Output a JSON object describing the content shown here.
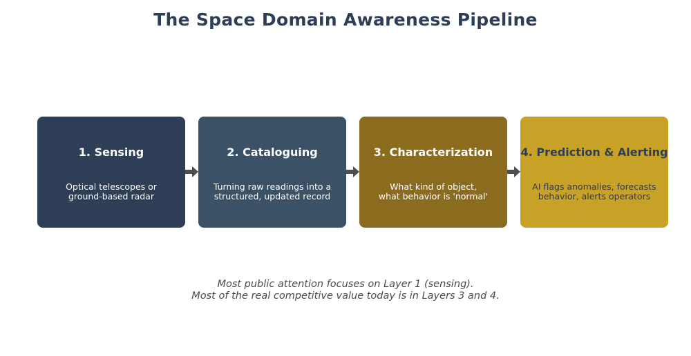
{
  "title": "The Space Domain Awareness Pipeline",
  "stages": [
    {
      "title": "1. Sensing",
      "desc": [
        "Optical telescopes or",
        "ground-based radar"
      ],
      "bg": "#2d3e56",
      "fg": "#ffffff"
    },
    {
      "title": "2. Cataloguing",
      "desc": [
        "Turning raw readings into a",
        "structured, updated record"
      ],
      "bg": "#3b5166",
      "fg": "#ffffff"
    },
    {
      "title": "3. Characterization",
      "desc": [
        "What kind of object,",
        "what behavior is 'normal'"
      ],
      "bg": "#8b6c1f",
      "fg": "#ffffff"
    },
    {
      "title": "4. Prediction & Alerting",
      "desc": [
        "AI flags anomalies, forecasts",
        "behavior, alerts operators"
      ],
      "bg": "#c8a227",
      "fg": "#2d3e56"
    }
  ],
  "caption": [
    "Most public attention focuses on Layer 1 (sensing).",
    "Most of the real competitive value today is in Layers 3 and 4."
  ],
  "colors": {
    "arrow": "#4f4f4f"
  }
}
